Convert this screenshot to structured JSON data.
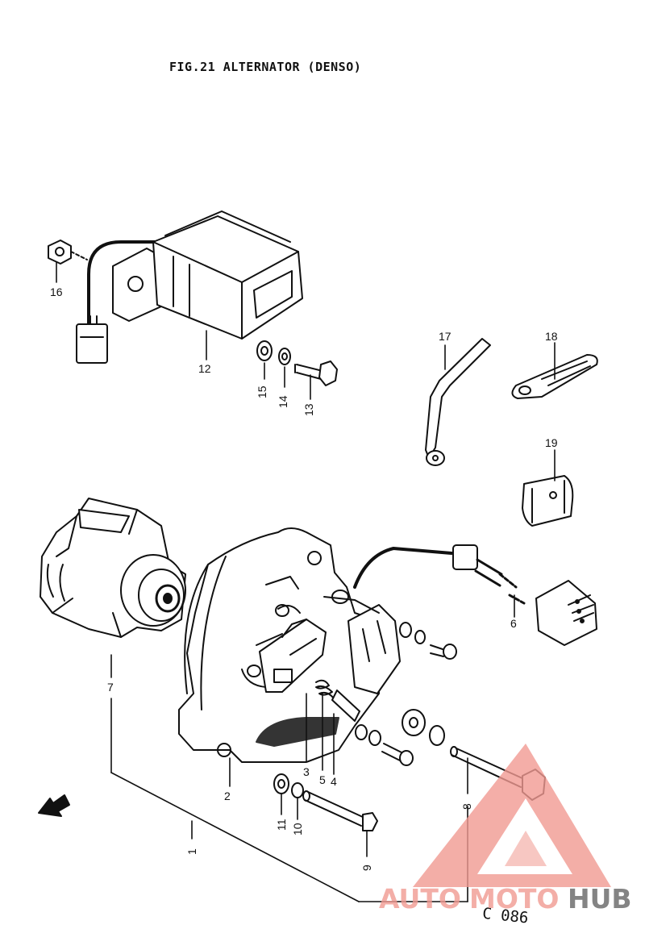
{
  "figure": {
    "title": "FIG.21  ALTERNATOR (DENSO)",
    "code": "C 086"
  },
  "watermark": {
    "part1": "AUTO",
    "part2": "MOTO",
    "part3": "HUB",
    "color_main": "#f19a92",
    "color_dark": "#666666"
  },
  "callouts": [
    {
      "id": "1",
      "text": "1"
    },
    {
      "id": "2",
      "text": "2"
    },
    {
      "id": "3",
      "text": "3"
    },
    {
      "id": "4",
      "text": "4"
    },
    {
      "id": "5",
      "text": "5"
    },
    {
      "id": "6",
      "text": "6"
    },
    {
      "id": "7",
      "text": "7"
    },
    {
      "id": "8",
      "text": "8"
    },
    {
      "id": "9",
      "text": "9"
    },
    {
      "id": "10",
      "text": "10"
    },
    {
      "id": "11",
      "text": "11"
    },
    {
      "id": "12",
      "text": "12"
    },
    {
      "id": "13",
      "text": "13"
    },
    {
      "id": "14",
      "text": "14"
    },
    {
      "id": "15",
      "text": "15"
    },
    {
      "id": "16",
      "text": "16"
    },
    {
      "id": "17",
      "text": "17"
    },
    {
      "id": "18",
      "text": "18"
    },
    {
      "id": "19",
      "text": "19"
    }
  ]
}
